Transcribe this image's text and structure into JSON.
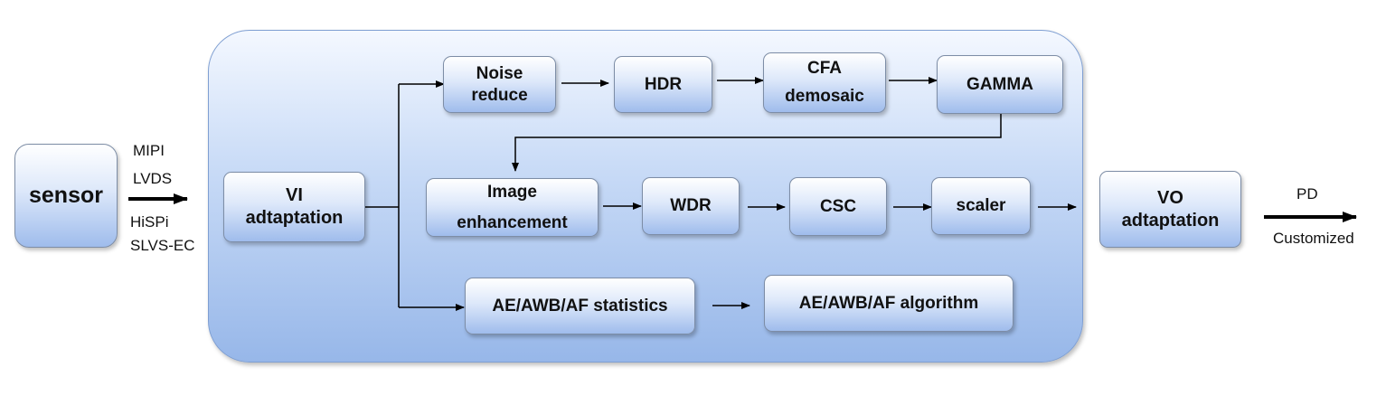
{
  "blocks": {
    "sensor": "sensor",
    "vi": [
      "VI",
      "adtaptation"
    ],
    "noise": [
      "Noise",
      "reduce"
    ],
    "hdr": "HDR",
    "cfa": [
      "CFA",
      "demosaic"
    ],
    "gamma": "GAMMA",
    "image_enh": [
      "Image",
      "enhancement"
    ],
    "wdr": "WDR",
    "csc": "CSC",
    "scaler": "scaler",
    "ae_stats": "AE/AWB/AF statistics",
    "ae_algo": "AE/AWB/AF algorithm",
    "vo": [
      "VO",
      "adtaptation"
    ]
  },
  "input_labels": {
    "mipi": "MIPI",
    "lvds": "LVDS",
    "hispi": "HiSPi",
    "slvs": "SLVS-EC"
  },
  "output_labels": {
    "pd": "PD",
    "customized": "Customized"
  }
}
